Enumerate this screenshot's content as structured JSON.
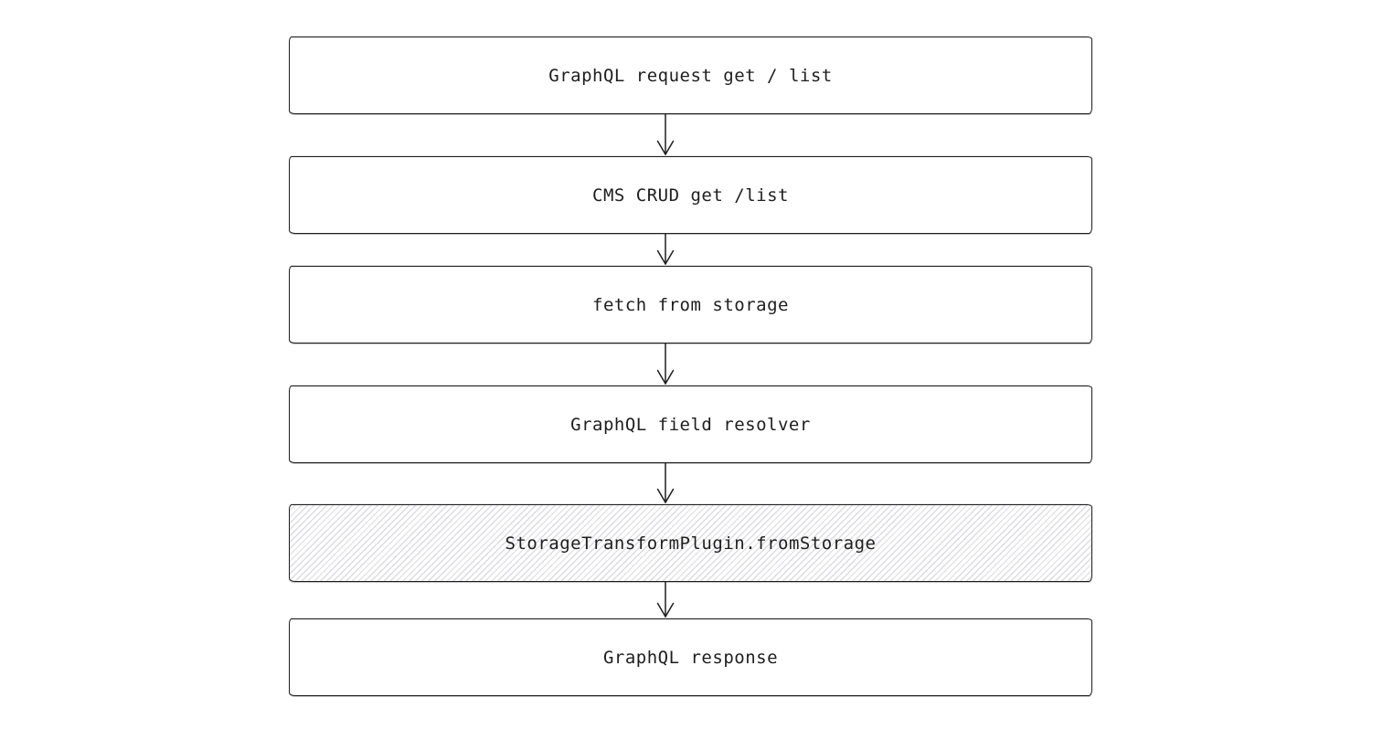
{
  "diagram": {
    "type": "flowchart",
    "direction": "top-down",
    "nodes": [
      {
        "id": "graphql-request",
        "label": "GraphQL request get / list",
        "fill": "white"
      },
      {
        "id": "cms-crud",
        "label": "CMS CRUD get /list",
        "fill": "white"
      },
      {
        "id": "fetch-from-storage",
        "label": "fetch from storage",
        "fill": "white"
      },
      {
        "id": "graphql-field-resolver",
        "label": "GraphQL field resolver",
        "fill": "white"
      },
      {
        "id": "storage-transform-plugin",
        "label": "StorageTransformPlugin.fromStorage",
        "fill": "hachure"
      },
      {
        "id": "graphql-response",
        "label": "GraphQL response",
        "fill": "white"
      }
    ],
    "edges": [
      {
        "from": "graphql-request",
        "to": "cms-crud"
      },
      {
        "from": "cms-crud",
        "to": "fetch-from-storage"
      },
      {
        "from": "fetch-from-storage",
        "to": "graphql-field-resolver"
      },
      {
        "from": "graphql-field-resolver",
        "to": "storage-transform-plugin"
      },
      {
        "from": "storage-transform-plugin",
        "to": "graphql-response"
      }
    ],
    "colors": {
      "background": "#ffffff",
      "stroke": "#1e1e1e",
      "text": "#1e1e1e",
      "hatch": "#dcdce0"
    }
  }
}
